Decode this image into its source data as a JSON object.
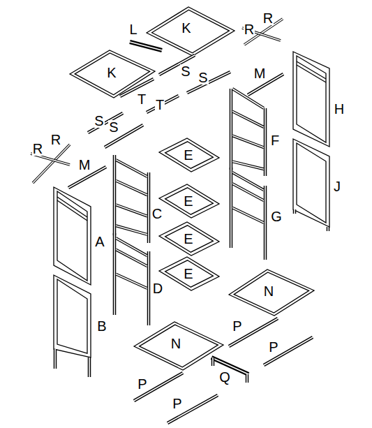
{
  "diagram": {
    "labels": [
      "L",
      "K",
      "R",
      "R",
      "K",
      "S",
      "S",
      "M",
      "H",
      "T",
      "T",
      "S",
      "S",
      "F",
      "R",
      "R",
      "E",
      "M",
      "E",
      "J",
      "C",
      "G",
      "E",
      "A",
      "E",
      "D",
      "N",
      "B",
      "P",
      "P",
      "N",
      "Q",
      "P",
      "P"
    ]
  }
}
